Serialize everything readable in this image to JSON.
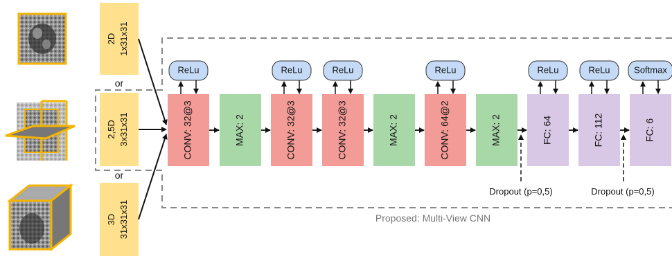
{
  "inputs": [
    {
      "line1": "2D",
      "line2": "1x31x31"
    },
    {
      "line1": "2,5D",
      "line2": "3x31x31"
    },
    {
      "line1": "3D",
      "line2": "31x31x31"
    }
  ],
  "or_label": "or",
  "layers": [
    {
      "label": "CONV: 32@3",
      "kind": "conv",
      "activation": "ReLu"
    },
    {
      "label": "MAX: 2",
      "kind": "pool",
      "activation": ""
    },
    {
      "label": "CONV: 32@3",
      "kind": "conv",
      "activation": "ReLu"
    },
    {
      "label": "CONV: 32@3",
      "kind": "conv",
      "activation": "ReLu"
    },
    {
      "label": "MAX: 2",
      "kind": "pool",
      "activation": ""
    },
    {
      "label": "CONV: 64@2",
      "kind": "conv",
      "activation": "ReLu"
    },
    {
      "label": "MAX: 2",
      "kind": "pool",
      "activation": ""
    },
    {
      "label": "FC: 64",
      "kind": "fc",
      "activation": "ReLu"
    },
    {
      "label": "FC: 112",
      "kind": "fc",
      "activation": "ReLu"
    },
    {
      "label": "FC: 6",
      "kind": "fc",
      "activation": "Softmax"
    }
  ],
  "dropouts": [
    "Dropout (p=0,5)",
    "Dropout (p=0,5)"
  ],
  "caption": "Proposed: Multi-View CNN",
  "colors": {
    "input_fill": "#ffe08c",
    "conv_fill": "#f29b97",
    "pool_fill": "#a8d8a8",
    "fc_fill": "#d9c7e6",
    "act_fill": "#c4daf6",
    "dashed": "#888888",
    "thumb_border": "#f5b400"
  }
}
